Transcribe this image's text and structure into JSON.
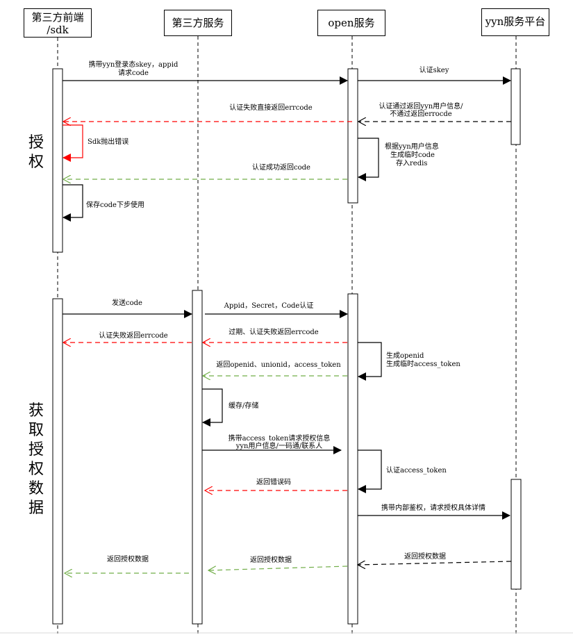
{
  "participants": {
    "sdk_line1": "第三方前端",
    "sdk_line2": "/sdk",
    "third": "第三方服务",
    "open": "open服务",
    "yyn": "yyn服务平台"
  },
  "sections": {
    "auth": [
      "授",
      "权"
    ],
    "data": [
      "获",
      "取",
      "授",
      "权",
      "数",
      "据"
    ]
  },
  "messages": {
    "m1a": "携带yyn登录态skey，appid",
    "m1b": "请求code",
    "m2": "认证skey",
    "m3a": "认证通过返回yyn用户信息/",
    "m3b": "不通过返回errocde",
    "m4": "认证失败直接返回errcode",
    "m5": "Sdk抛出错误",
    "m6a": "根据yyn用户信息",
    "m6b": "生成临时code",
    "m6c": "存入redis",
    "m7": "认证成功返回code",
    "m8": "保存code下步使用",
    "m9": "发送code",
    "m10": "Appid，Secret，Code认证",
    "m11": "过期、认证失败返回errcode",
    "m12": "认证失败返回errcode",
    "m13a": "生成openid",
    "m13b": "生成临时access_token",
    "m14": "返回openid、unionid，access_token",
    "m15": "缓存/存储",
    "m16a": "携带access_token请求授权信息",
    "m16b": "yyn用户信息/一码通/联系人",
    "m17": "认证access_token",
    "m18": "返回错误码",
    "m19": "携带内部鉴权，请求授权具体详情",
    "m20": "返回授权数据",
    "m21": "返回授权数据",
    "m22": "返回授权数据"
  },
  "colors": {
    "line": "#000000",
    "error": "#ff0000",
    "success": "#70ad47"
  }
}
